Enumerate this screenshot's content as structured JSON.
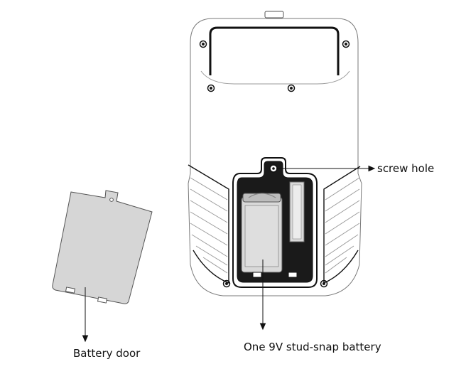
{
  "labels": {
    "screw_hole": "screw hole",
    "battery": "One 9V stud-snap battery",
    "battery_door": "Battery door"
  },
  "colors": {
    "outline": "#2b2b2b",
    "body_fill": "#ffffff",
    "compartment": "#1a1a1a",
    "battery_fill": "#d9d9d9",
    "door_fill": "#d6d6d6",
    "rib_stroke": "#9a9a9a"
  }
}
